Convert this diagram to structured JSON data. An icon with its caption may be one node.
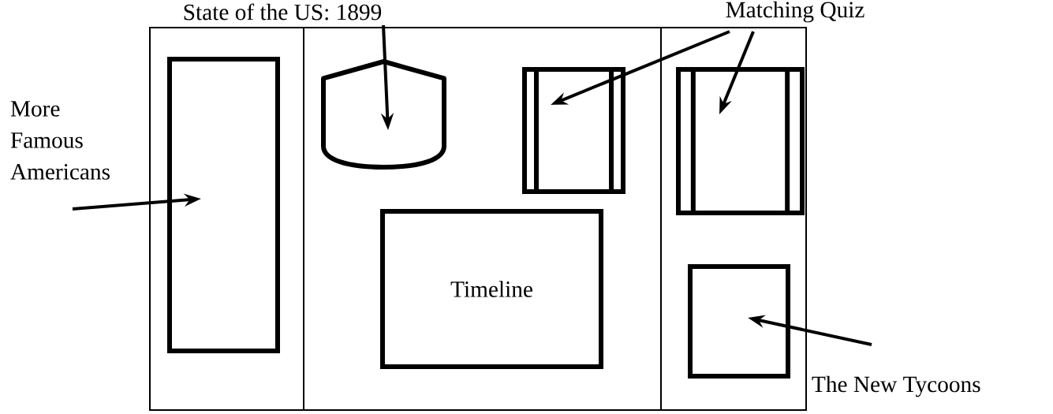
{
  "diagram": {
    "nodes": [
      {
        "text": [],
        "shape": "box"
      },
      {
        "text": [],
        "shape": "box"
      },
      {
        "text": [],
        "shape": "box"
      },
      {
        "text": [],
        "shape": "box",
        "in": 0
      },
      {
        "text": [],
        "shape": "shield",
        "in": 1
      },
      {
        "text": [],
        "shape": "book",
        "in": 1
      },
      {
        "text": [
          "Timeline"
        ],
        "in": 1
      },
      {
        "text": [],
        "shape": "book",
        "in": 2
      },
      {
        "text": [],
        "shape": "box",
        "in": 2
      },
      {
        "text": [
          "More Famous Americans"
        ]
      },
      {
        "text": [
          "State of the US: 1899"
        ]
      },
      {
        "text": [
          "Matching Quiz"
        ]
      },
      {
        "text": [
          "The New Tycoons"
        ]
      }
    ],
    "edges": [
      {
        "from": 9,
        "to": 3,
        "arrow": "to"
      },
      {
        "from": 10,
        "to": 4,
        "arrow": "to"
      },
      {
        "from": 11,
        "to": 5,
        "arrow": "to"
      },
      {
        "from": 11,
        "to": 7,
        "arrow": "to"
      },
      {
        "from": 12,
        "to": 8,
        "arrow": "to"
      }
    ]
  }
}
